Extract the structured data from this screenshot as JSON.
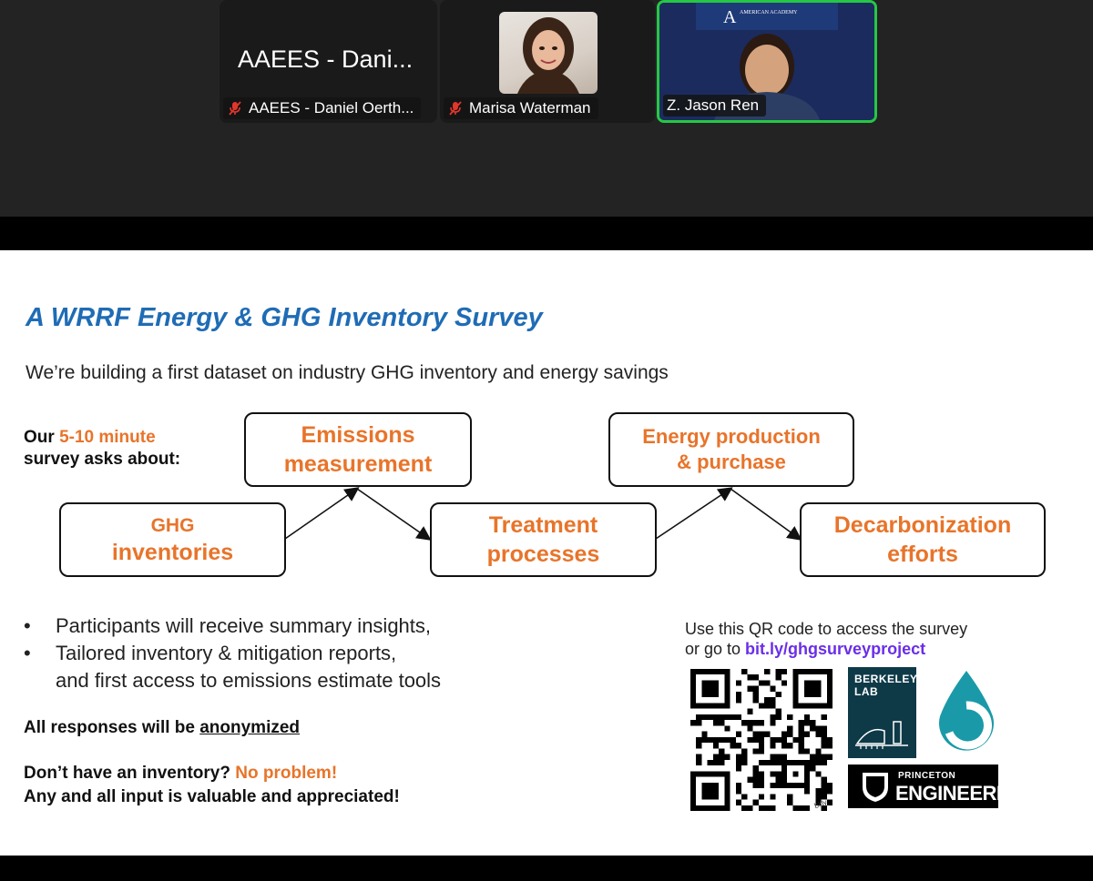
{
  "meeting": {
    "tiles": [
      {
        "big_name": "AAEES - Dani...",
        "label": "AAEES - Daniel Oerth...",
        "muted": true,
        "icon": "mic-off-icon"
      },
      {
        "label": "Marisa Waterman",
        "muted": true,
        "icon": "mic-off-icon"
      },
      {
        "label": "Z. Jason Ren",
        "muted": false,
        "active_speaker": true,
        "bg_banner": "AMERICAN ACADEMY"
      }
    ],
    "colors": {
      "active_border": "#26c745",
      "muted_icon": "#e0362c"
    }
  },
  "slide": {
    "title": "A WRRF Energy & GHG Inventory Survey",
    "subtitle": "We’re building a first dataset on industry GHG inventory and energy savings",
    "intro": {
      "pre": "Our ",
      "highlight": "5-10 minute",
      "post": "survey asks about:"
    },
    "flow": {
      "ghg": [
        "GHG",
        "inventories"
      ],
      "emissions": [
        "Emissions",
        "measurement"
      ],
      "treatment": [
        "Treatment",
        "processes"
      ],
      "energy": [
        "Energy production",
        "& purchase"
      ],
      "decarb": [
        "Decarbonization",
        "efforts"
      ]
    },
    "bullets": [
      "Participants will receive summary insights,",
      "Tailored inventory & mitigation reports,",
      "and first access to emissions estimate tools"
    ],
    "bullet_char": "•",
    "anon": {
      "pre": "All responses will be ",
      "underlined": "anonymized"
    },
    "no_inventory": {
      "pre": "Don’t have an inventory? ",
      "highlight": "No problem!",
      "line2": "Any and all input is valuable and appreciated!"
    },
    "qr": {
      "line1": "Use this QR code to access the survey",
      "pre": "or go to ",
      "link": "bit.ly/ghgsurveyproject",
      "bitly_tag": "bitly"
    },
    "logos": {
      "berkeley": [
        "BERKELEY",
        "LAB"
      ],
      "princeton_small": "PRINCETON",
      "princeton_big": "ENGINEERING"
    },
    "colors": {
      "title": "#1f6cb5",
      "accent": "#e8742a",
      "link": "#6a2ee8"
    }
  }
}
